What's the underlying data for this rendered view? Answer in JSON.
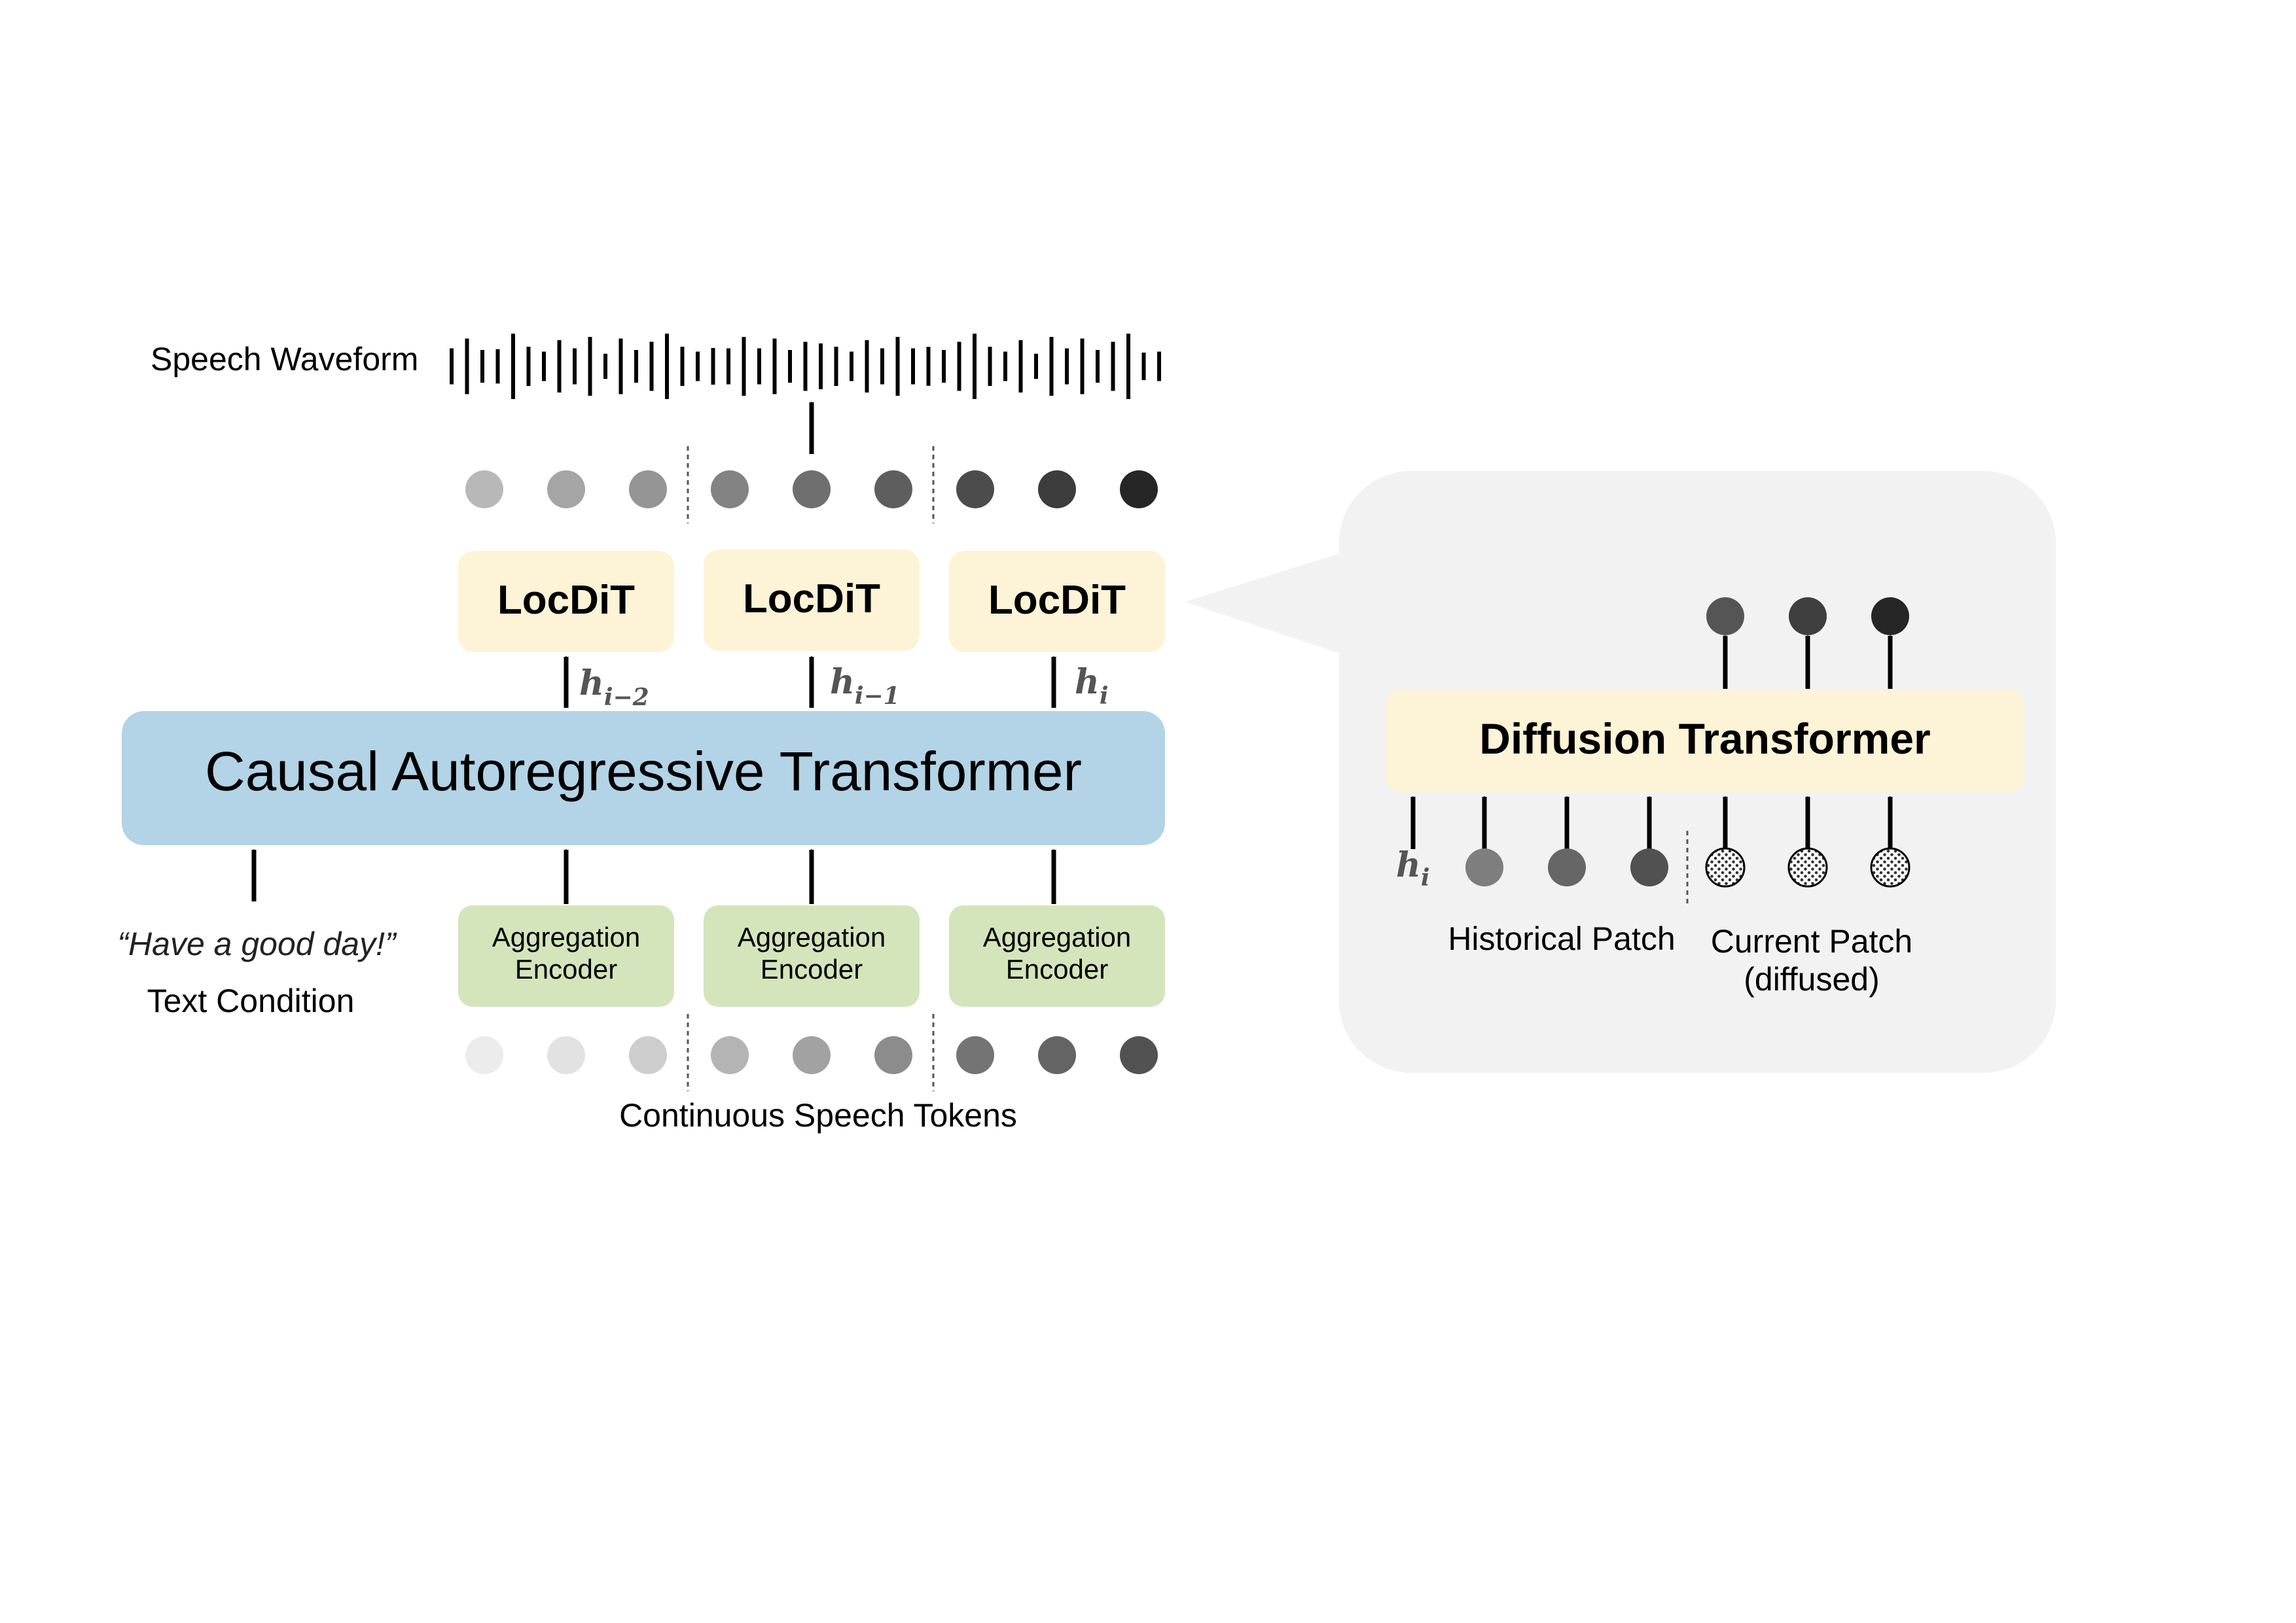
{
  "speech_waveform_label": "Speech Waveform",
  "locdit_label": "LocDiT",
  "hidden_states": [
    {
      "base": "h",
      "sub": "i−2"
    },
    {
      "base": "h",
      "sub": "i−1"
    },
    {
      "base": "h",
      "sub": "i"
    }
  ],
  "main_transformer_label": "Causal Autoregressive Transformer",
  "text_quote": "“Have a good day!”",
  "text_condition_label": "Text Condition",
  "aggregation_line1": "Aggregation",
  "aggregation_line2": "Encoder",
  "continuous_tokens_label": "Continuous Speech Tokens",
  "detail_panel": {
    "title": "Diffusion Transformer",
    "hidden_input": {
      "base": "h",
      "sub": "i"
    },
    "historical_label": "Historical Patch",
    "current_line1": "Current Patch",
    "current_line2": "(diffused)"
  },
  "colors": {
    "transformer_fill": "#b3d3e6",
    "locdit_fill": "#fdf3d6",
    "aggregation_fill": "#d5e5bb",
    "panel_fill": "#f2f2f2",
    "output_token_shades": [
      "#b8b8b8",
      "#a5a5a5",
      "#959595",
      "#838383",
      "#6f6f6f",
      "#5e5e5e",
      "#4c4c4c",
      "#3c3c3c",
      "#262626"
    ],
    "input_token_shades": [
      "#ececec",
      "#e2e2e2",
      "#cdcdcd",
      "#b4b4b4",
      "#a2a2a2",
      "#8c8c8c",
      "#747474",
      "#646464",
      "#525252"
    ],
    "historical_shades": [
      "#7e7e7e",
      "#666666",
      "#515151"
    ],
    "panel_output_shades": [
      "#555555",
      "#3f3f3f",
      "#262626"
    ]
  },
  "icons": {
    "arrow": "up-arrow-icon",
    "diffused_token": "dotted-token-icon"
  }
}
